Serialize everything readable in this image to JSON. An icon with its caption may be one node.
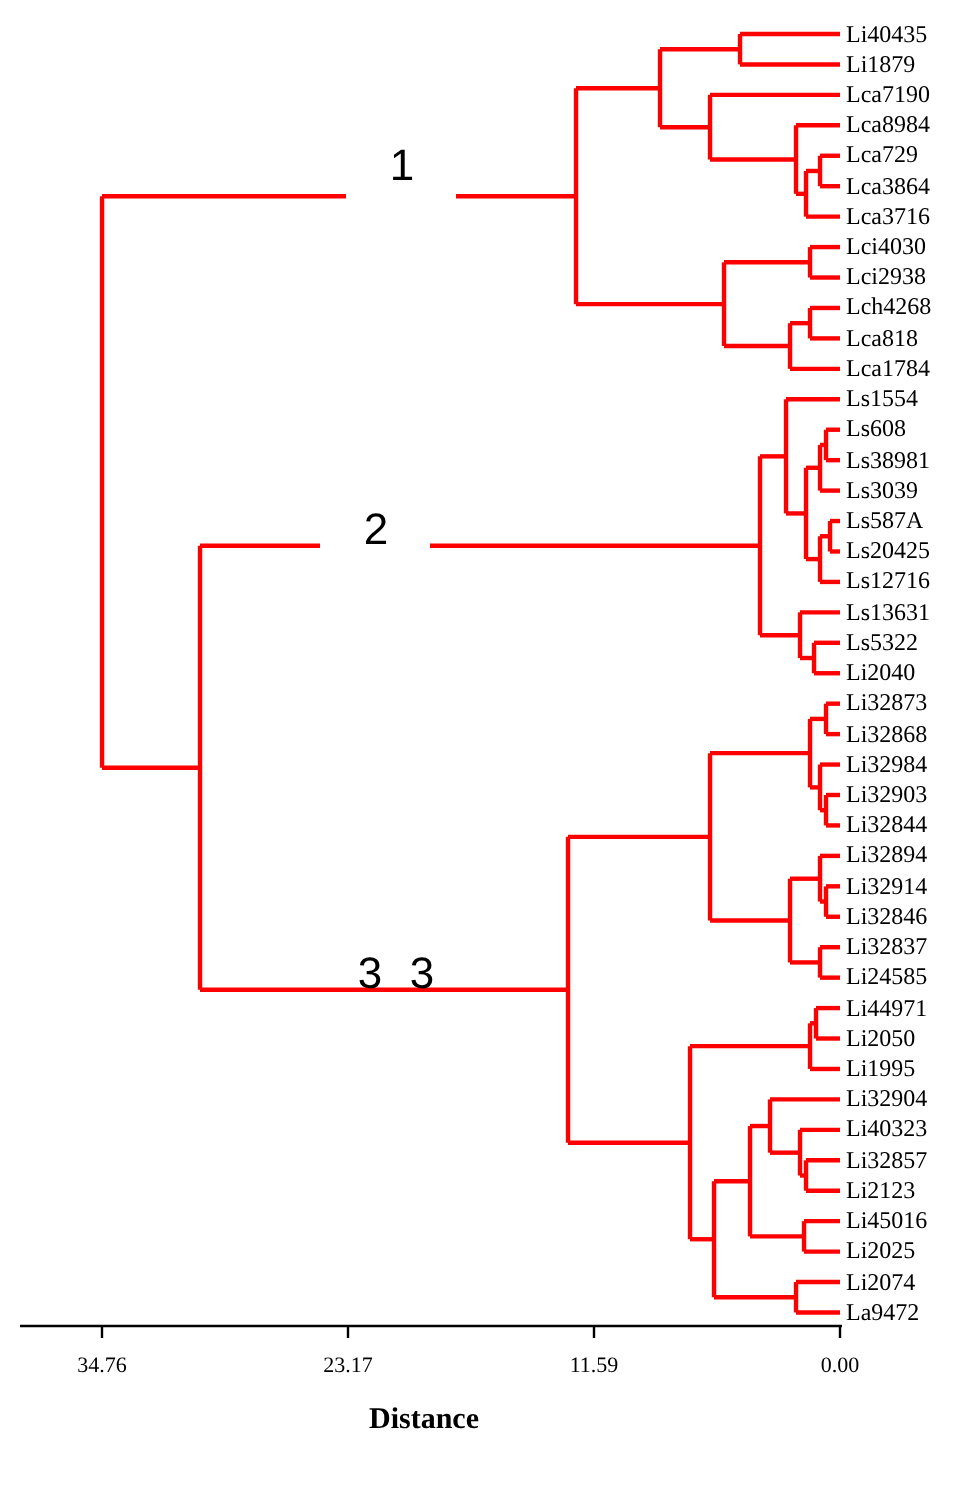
{
  "diagram": {
    "labels": [
      "Li40435",
      "Li1879",
      "Lca7190",
      "Lca8984",
      "Lca729",
      "Lca3864",
      "Lca3716",
      "Lci4030",
      "Lci2938",
      "Lch4268",
      "Lca818",
      "Lca1784",
      "Ls1554",
      "Ls608",
      "Ls38981",
      "Ls3039",
      "Ls587A",
      "Ls20425",
      "Ls12716",
      "Ls13631",
      "Ls5322",
      "Li2040",
      "Li32873",
      "Li32868",
      "Li32984",
      "Li32903",
      "Li32844",
      "Li32894",
      "Li32914",
      "Li32846",
      "Li32837",
      "Li24585",
      "Li44971",
      "Li2050",
      "Li1995",
      "Li32904",
      "Li40323",
      "Li32857",
      "Li2123",
      "Li45016",
      "Li2025",
      "Li2074",
      "La9472",
      "1",
      "2",
      "3",
      "3",
      "34.76",
      "23.17",
      "11.59",
      "0.00",
      "Distance"
    ]
  }
}
